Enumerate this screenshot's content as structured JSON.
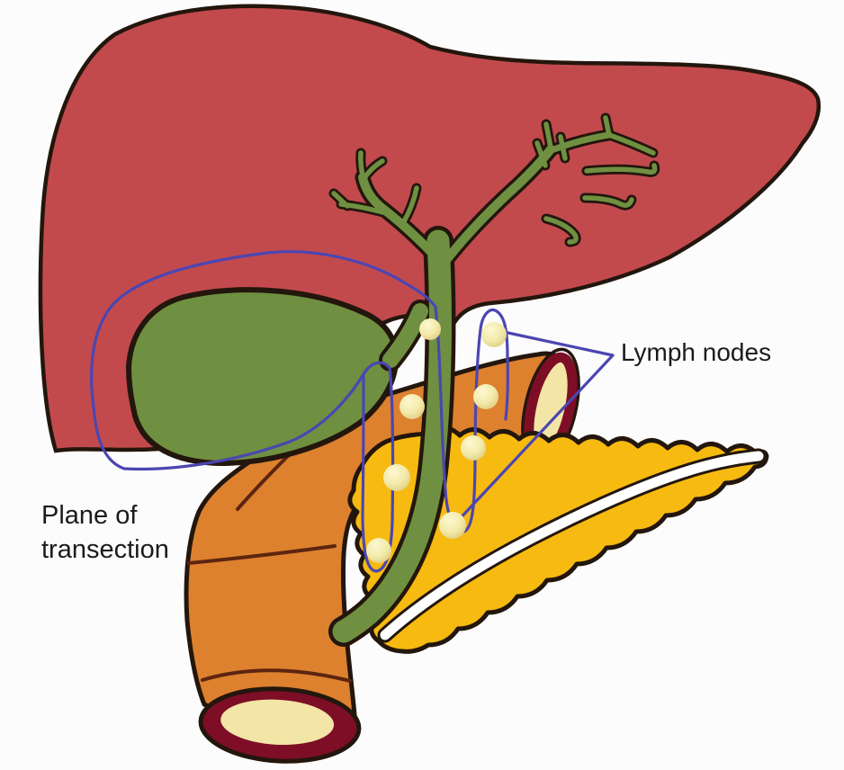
{
  "diagram": {
    "type": "medical-illustration",
    "subject": "Liver, biliary tree, gallbladder, duodenum and pancreas with regional lymph nodes and plane of transection",
    "labels": {
      "lymph_nodes": "Lymph nodes",
      "plane_of_transection": [
        "Plane of",
        "transection"
      ]
    },
    "lymph_node_count": 8,
    "colors": {
      "background": "#fcfcfc",
      "liver": "#c24a4d",
      "biliary": "#6f9040",
      "duodenum": "#dd812e",
      "pancreas": "#f7ba10",
      "lymph_node": "#f2e9a8",
      "lymph_node_shade": "#dcc87d",
      "cut_ring": "#7d0e26",
      "cut_lumen": "#f3e5a5",
      "outline": "#23160d",
      "crease": "#5e2410",
      "duct_gap": "#ffffff",
      "transection_line": "#4b46b2",
      "label_text": "#1b1b1b"
    }
  }
}
